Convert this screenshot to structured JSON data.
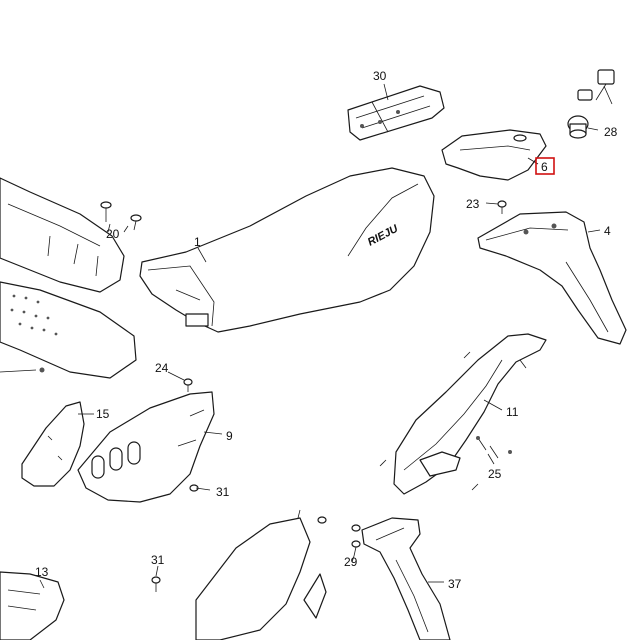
{
  "diagram": {
    "brand_text": "RIEJU",
    "highlight_color": "#d01010",
    "highlighted_callout": "6",
    "callouts": [
      {
        "id": "c30",
        "text": "30"
      },
      {
        "id": "c28",
        "text": "28"
      },
      {
        "id": "c6",
        "text": "6"
      },
      {
        "id": "c23",
        "text": "23"
      },
      {
        "id": "c4",
        "text": "4"
      },
      {
        "id": "c20",
        "text": "20"
      },
      {
        "id": "c1",
        "text": "1"
      },
      {
        "id": "c24",
        "text": "24"
      },
      {
        "id": "c15",
        "text": "15"
      },
      {
        "id": "c9",
        "text": "9"
      },
      {
        "id": "c11",
        "text": "11"
      },
      {
        "id": "c25",
        "text": "25"
      },
      {
        "id": "c31a",
        "text": "31"
      },
      {
        "id": "c31b",
        "text": "31"
      },
      {
        "id": "c29",
        "text": "29"
      },
      {
        "id": "c13",
        "text": "13"
      },
      {
        "id": "c37",
        "text": "37"
      }
    ]
  }
}
